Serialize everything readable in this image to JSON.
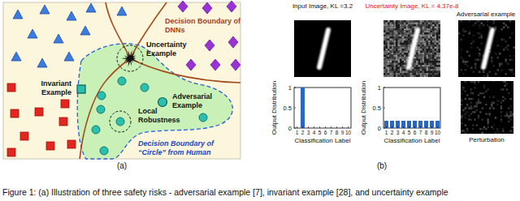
{
  "diagram": {
    "caption": "Figure 1: (a) Illustration of three safety risks - adversarial example [7], invariant example [28], and uncertainty example",
    "labels": [
      "Decision Boundary of DNNs",
      "Uncertainty Example",
      "Invariant Example",
      "Adversarial Example",
      "Local Robustness",
      "Decision Boundary of “Circle” from Human",
      "(a)",
      "Input Image, KL =3.2",
      "Uncertainty Image, KL = 4.37e-8",
      "Adversarial example",
      "1",
      "0.5",
      "0",
      "Output Distribution",
      "1",
      "2",
      "3",
      "4",
      "5",
      "6",
      "7",
      "8",
      "9",
      "10",
      "Classification Label",
      "1",
      "0.5",
      "0",
      "Output Distribution",
      "1",
      "2",
      "3",
      "4",
      "5",
      "6",
      "7",
      "8",
      "9",
      "10",
      "Classification Label",
      "Perturbation",
      "(b)"
    ]
  }
}
